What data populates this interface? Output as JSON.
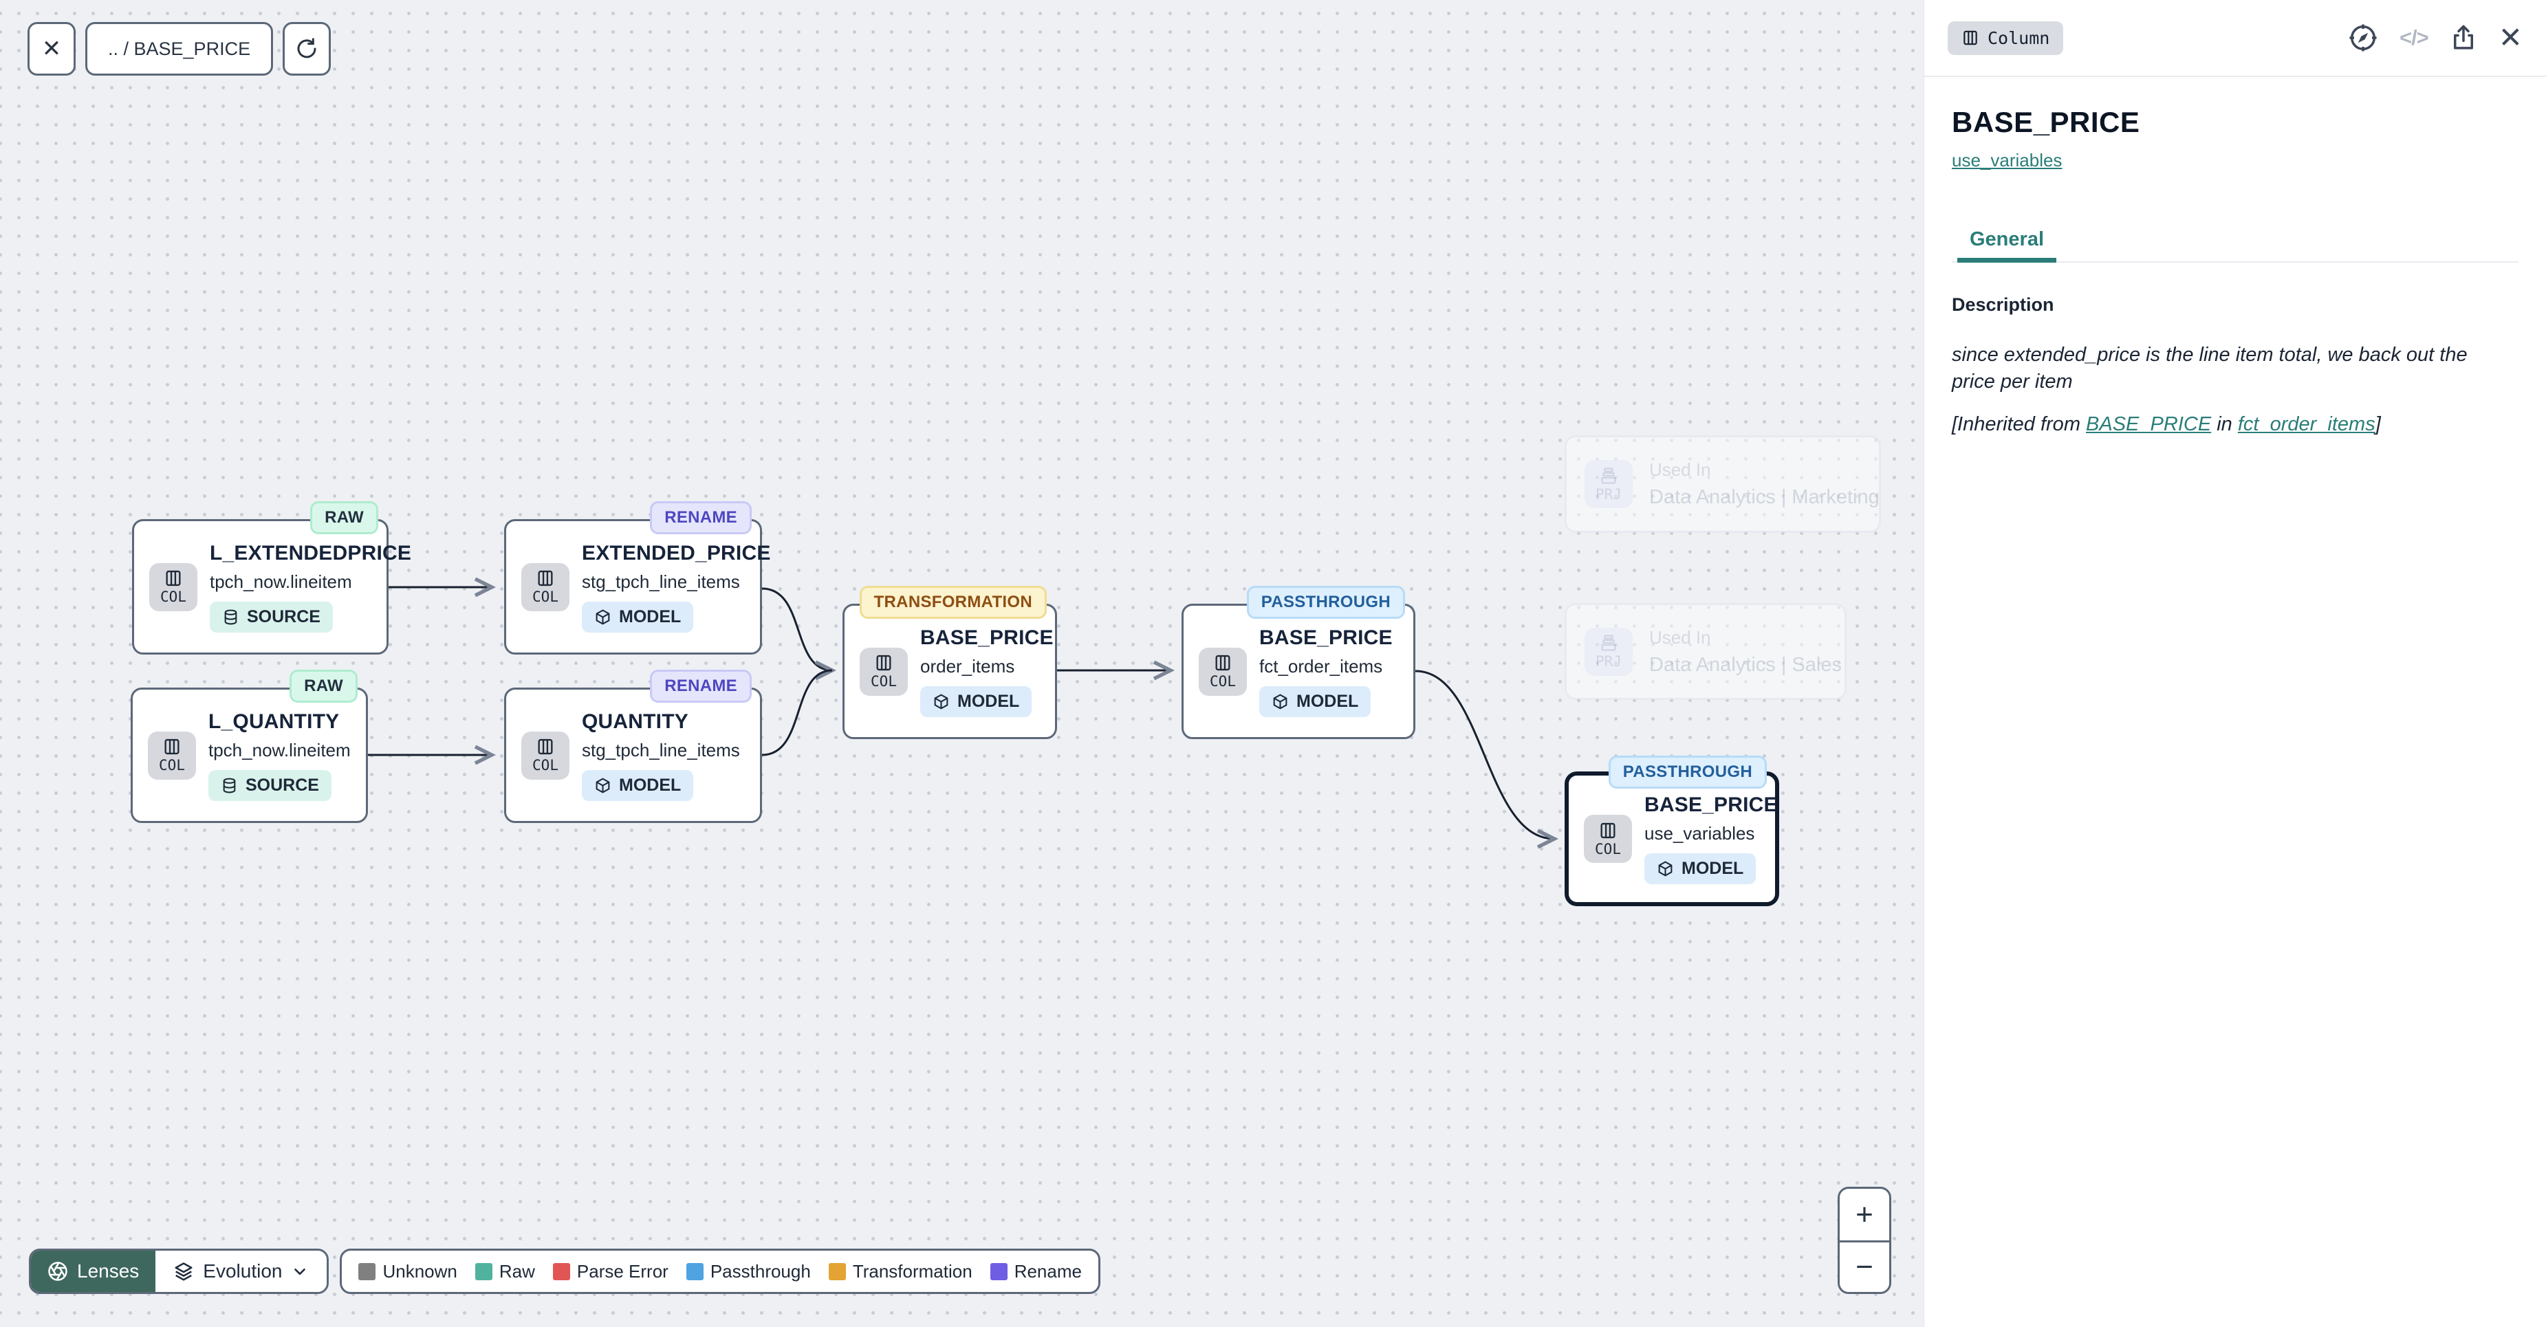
{
  "toolbar": {
    "close_icon": "✕",
    "breadcrumb": ".. / BASE_PRICE"
  },
  "canvas": {
    "nodes": [
      {
        "status": "RAW",
        "title": "L_EXTENDEDPRICE",
        "subtitle": "tpch_now.lineitem",
        "chip": "COL",
        "type_label": "SOURCE"
      },
      {
        "status": "RAW",
        "title": "L_QUANTITY",
        "subtitle": "tpch_now.lineitem",
        "chip": "COL",
        "type_label": "SOURCE"
      },
      {
        "status": "RENAME",
        "title": "EXTENDED_PRICE",
        "subtitle": "stg_tpch_line_items",
        "chip": "COL",
        "type_label": "MODEL"
      },
      {
        "status": "RENAME",
        "title": "QUANTITY",
        "subtitle": "stg_tpch_line_items",
        "chip": "COL",
        "type_label": "MODEL"
      },
      {
        "status": "TRANSFORMATION",
        "title": "BASE_PRICE",
        "subtitle": "order_items",
        "chip": "COL",
        "type_label": "MODEL"
      },
      {
        "status": "PASSTHROUGH",
        "title": "BASE_PRICE",
        "subtitle": "fct_order_items",
        "chip": "COL",
        "type_label": "MODEL"
      },
      {
        "status": "PASSTHROUGH",
        "title": "BASE_PRICE",
        "subtitle": "use_variables",
        "chip": "COL",
        "type_label": "MODEL"
      }
    ],
    "ghost_nodes": [
      {
        "chip": "PRJ",
        "label": "Used In",
        "name": "Data Analytics | Marketing"
      },
      {
        "chip": "PRJ",
        "label": "Used In",
        "name": "Data Analytics | Sales"
      }
    ]
  },
  "panel": {
    "type_chip": "Column",
    "code_icon_glyph": "</>",
    "close_icon": "✕",
    "title": "BASE_PRICE",
    "model_link": "use_variables",
    "tabs": [
      {
        "label": "General"
      }
    ],
    "description": {
      "heading": "Description",
      "body": "since extended_price is the line item total, we back out the price per item",
      "inherited_prefix": "[Inherited from ",
      "inherited_link_column": "BASE_PRICE",
      "inherited_infix": " in ",
      "inherited_link_model": "fct_order_items",
      "inherited_suffix": "]"
    }
  },
  "footer": {
    "lenses_label": "Lenses",
    "lens_selected": "Evolution",
    "legend": [
      {
        "label": "Unknown",
        "color": "#808080"
      },
      {
        "label": "Raw",
        "color": "#4fb39e"
      },
      {
        "label": "Parse Error",
        "color": "#e25555"
      },
      {
        "label": "Passthrough",
        "color": "#4fa3e0"
      },
      {
        "label": "Transformation",
        "color": "#e3a433"
      },
      {
        "label": "Rename",
        "color": "#6f5de4"
      }
    ]
  },
  "zoom_controls": {
    "zoom_in": "+",
    "zoom_out": "−"
  },
  "colors": {
    "accent_teal": "#2a7d78",
    "selection": "#101b2d",
    "edge": "#18212f"
  }
}
